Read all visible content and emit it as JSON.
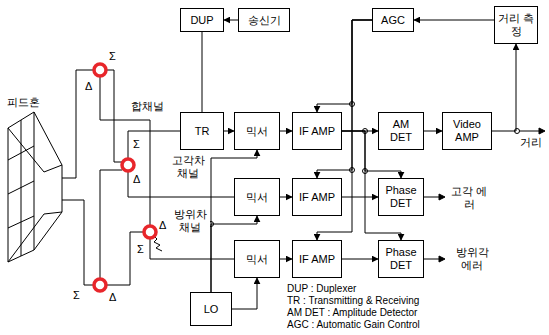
{
  "diagram": {
    "nodes": [
      {
        "text": [
          "DUP"
        ]
      },
      {
        "text": [
          "송신기"
        ]
      },
      {
        "text": [
          "AGC"
        ]
      },
      {
        "text": [
          "거리 측정"
        ]
      },
      {
        "text": [
          "TR"
        ]
      },
      {
        "text": [
          "믹서"
        ]
      },
      {
        "text": [
          "IF AMP"
        ]
      },
      {
        "text": [
          "AM DET"
        ]
      },
      {
        "text": [
          "Video AMP"
        ]
      },
      {
        "text": [
          "믹서"
        ]
      },
      {
        "text": [
          "IF AMP"
        ]
      },
      {
        "text": [
          "Phase DET"
        ]
      },
      {
        "text": [
          "믹서"
        ]
      },
      {
        "text": [
          "IF AMP"
        ]
      },
      {
        "text": [
          "Phase DET"
        ]
      },
      {
        "text": [
          "LO"
        ]
      }
    ],
    "edges": [
      {
        "from": 1,
        "to": 0,
        "arrow": "to"
      },
      {
        "from": 0,
        "to": 4,
        "arrow": "none"
      },
      {
        "from": 4,
        "to": 5,
        "arrow": "to"
      },
      {
        "from": 5,
        "to": 6,
        "arrow": "to"
      },
      {
        "from": 6,
        "to": 7,
        "arrow": "to"
      },
      {
        "from": 7,
        "to": 8,
        "arrow": "to"
      },
      {
        "from": 8,
        "to": 3,
        "arrow": "to"
      },
      {
        "from": 3,
        "to": 2,
        "arrow": "to"
      },
      {
        "from": 2,
        "to": 6,
        "arrow": "to"
      },
      {
        "from": 2,
        "to": 10,
        "arrow": "to"
      },
      {
        "from": 2,
        "to": 13,
        "arrow": "to"
      },
      {
        "from": 6,
        "to": 11,
        "arrow": "to"
      },
      {
        "from": 6,
        "to": 14,
        "arrow": "to"
      },
      {
        "from": 9,
        "to": 10,
        "arrow": "to"
      },
      {
        "from": 10,
        "to": 11,
        "arrow": "to"
      },
      {
        "from": 12,
        "to": 13,
        "arrow": "to"
      },
      {
        "from": 13,
        "to": 14,
        "arrow": "to"
      },
      {
        "from": 15,
        "to": 5,
        "arrow": "to"
      },
      {
        "from": 15,
        "to": 9,
        "arrow": "to"
      },
      {
        "from": 15,
        "to": 12,
        "arrow": "to"
      }
    ],
    "labels": [
      "피드혼",
      "합채널",
      "Σ",
      "Δ",
      "Σ",
      "Δ",
      "Σ",
      "Δ",
      "Σ",
      "Δ",
      "고각차 채널",
      "방위차 채널",
      "거리",
      "고각 에러",
      "방위각 에러",
      "DUP : Duplexer",
      "TR : Transmitting & Receiving",
      "AM DET : Amplitude Detector",
      "AGC : Automatic Gain Control"
    ]
  }
}
